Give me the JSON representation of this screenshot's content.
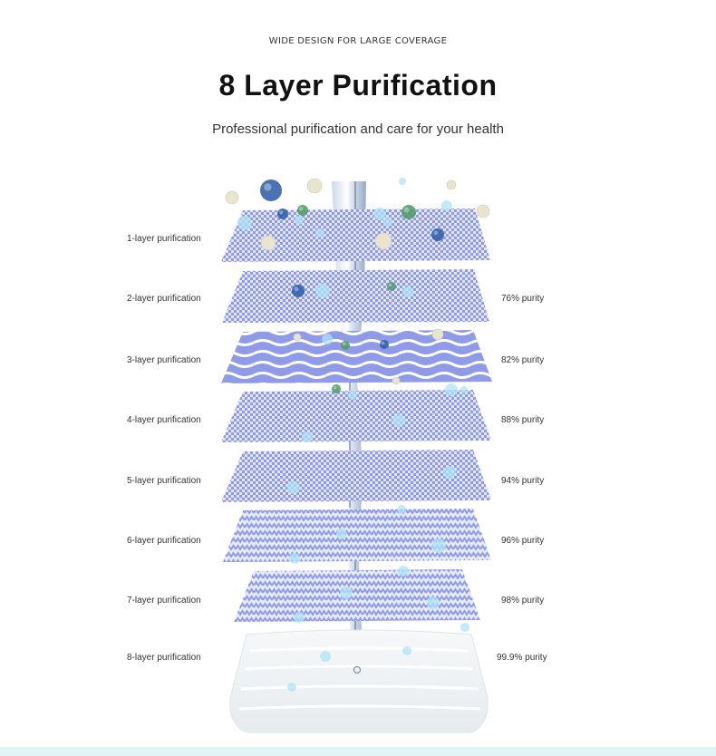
{
  "header": {
    "kicker": "WIDE DESIGN FOR LARGE COVERAGE",
    "title": "8 Layer Purification",
    "subtitle": "Professional purification and care for your health"
  },
  "layers": [
    {
      "label": "1-layer purification",
      "purity": "",
      "pattern": "grid"
    },
    {
      "label": "2-layer purification",
      "purity": "76% purity",
      "pattern": "grid"
    },
    {
      "label": "3-layer purification",
      "purity": "82% purity",
      "pattern": "wave"
    },
    {
      "label": "4-layer purification",
      "purity": "88% purity",
      "pattern": "grid"
    },
    {
      "label": "5-layer purification",
      "purity": "94% purity",
      "pattern": "grid"
    },
    {
      "label": "6-layer purification",
      "purity": "96% purity",
      "pattern": "zigzag"
    },
    {
      "label": "7-layer purification",
      "purity": "98% purity",
      "pattern": "zigzag"
    },
    {
      "label": "8-layer purification",
      "purity": "99.9% purity",
      "pattern": "membrane"
    }
  ],
  "colors": {
    "mesh": "#8f9be6",
    "mesh_light": "#dfe3fb",
    "bubble": "#aee3f6",
    "particle_blue": "#2c5aa6",
    "particle_green": "#4d9a62",
    "particle_cream": "#e8e4cf",
    "band": "#e3f4f6"
  }
}
